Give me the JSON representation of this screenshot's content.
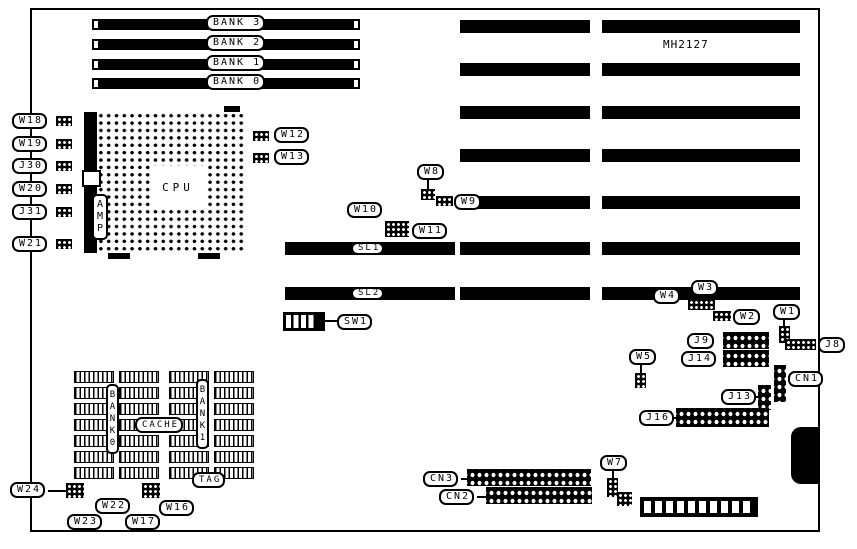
{
  "board": {
    "model": "MH2127",
    "cpu": "CPU",
    "amp": "AMP"
  },
  "simm_banks": [
    "BANK 3",
    "BANK 2",
    "BANK 1",
    "BANK 0"
  ],
  "slots": {
    "sl1": "SL1",
    "sl2": "SL2"
  },
  "dip_switch": {
    "sw1": "SW1"
  },
  "cache": {
    "bank0": "BANK0",
    "cache": "CACHE",
    "bank1": "BANK1",
    "tag": "TAG"
  },
  "jumpers": {
    "w1": "W1",
    "w2": "W2",
    "w3": "W3",
    "w4": "W4",
    "w5": "W5",
    "w7": "W7",
    "w8": "W8",
    "w9": "W9",
    "w10": "W10",
    "w11": "W11",
    "w12": "W12",
    "w13": "W13",
    "w16": "W16",
    "w17": "W17",
    "w18": "W18",
    "w19": "W19",
    "w20": "W20",
    "w21": "W21",
    "w22": "W22",
    "w23": "W23",
    "w24": "W24"
  },
  "connectors": {
    "j8": "J8",
    "j9": "J9",
    "j13": "J13",
    "j14": "J14",
    "j16": "J16",
    "j30": "J30",
    "j31": "J31",
    "cn1": "CN1",
    "cn2": "CN2",
    "cn3": "CN3"
  }
}
